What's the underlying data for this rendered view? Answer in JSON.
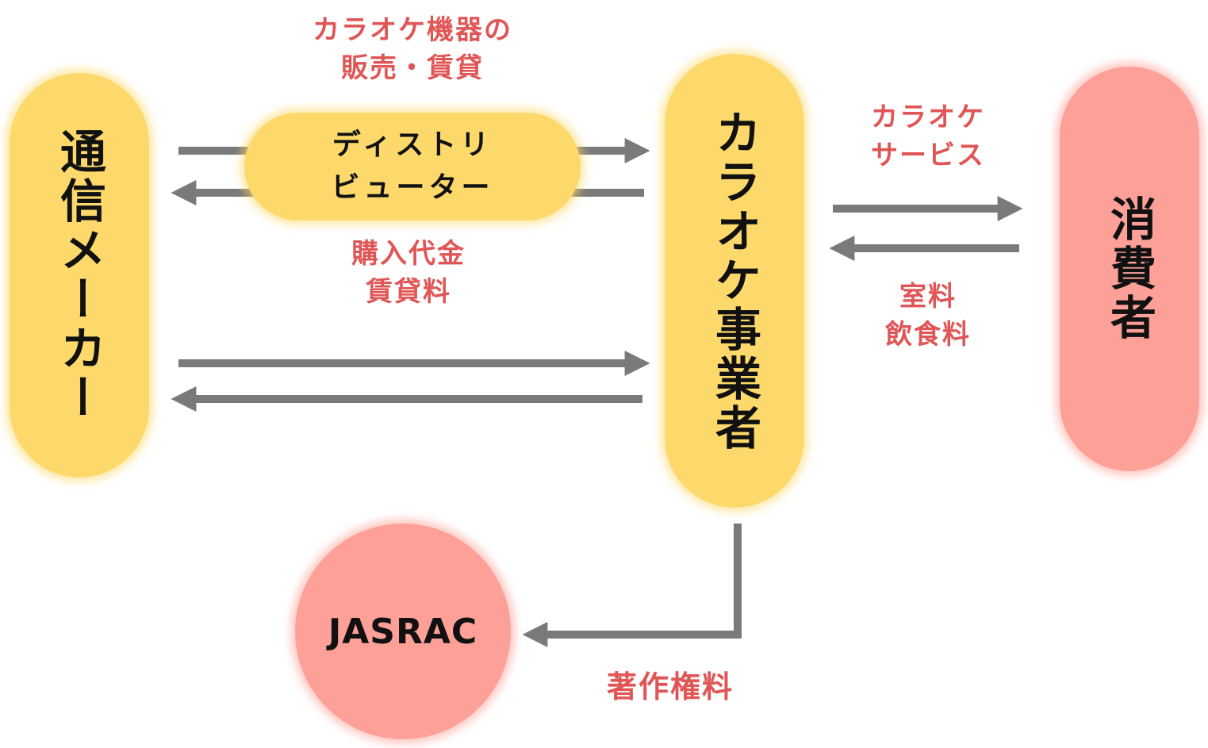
{
  "nodes": {
    "maker": "通信メーカー",
    "distributor_line1": "ディストリ",
    "distributor_line2": "ビューター",
    "operator": "カラオケ事業者",
    "consumer": "消費者",
    "jasrac": "JASRAC"
  },
  "labels": {
    "equipment_line1": "カラオケ機器の",
    "equipment_line2": "販売・賃貸",
    "payment_line1": "購入代金",
    "payment_line2": "賃貸料",
    "service_line1": "カラオケ",
    "service_line2": "サービス",
    "fees_line1": "室料",
    "fees_line2": "飲食料",
    "copyright": "著作権料"
  },
  "colors": {
    "node_yellow": "#fdd96b",
    "node_pink": "#fda098",
    "label_red": "#e05656",
    "arrow_gray": "#7a7a7a"
  }
}
